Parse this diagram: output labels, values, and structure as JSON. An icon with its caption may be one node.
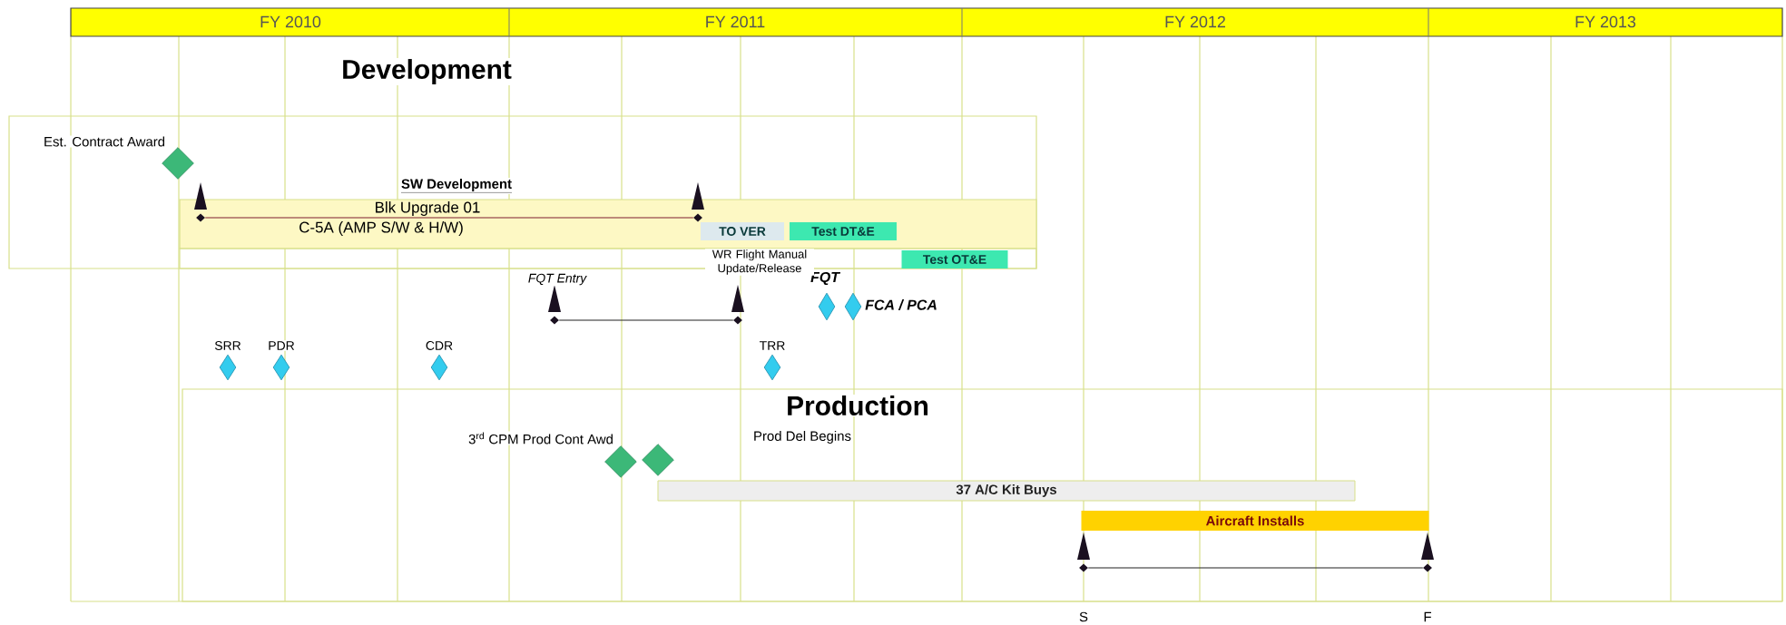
{
  "diagram": {
    "nodes": [
      {
        "text": [
          "Development"
        ]
      },
      {
        "text": [
          "Est. Contract Award"
        ],
        "in": 0
      },
      {
        "text": [
          "SW Development",
          "Blk Upgrade 01",
          "C-5A (AMP S/W & H/W)"
        ],
        "in": 0
      },
      {
        "text": [],
        "shape": "triangle",
        "in": 2
      },
      {
        "text": [],
        "shape": "triangle",
        "in": 2
      },
      {
        "text": [
          "TO VER"
        ],
        "in": 2
      },
      {
        "text": [
          "Test DT&E"
        ],
        "in": 2
      },
      {
        "text": [
          "Test OT&E"
        ],
        "in": 0
      },
      {
        "text": [
          "FQT Entry"
        ]
      },
      {
        "text": [],
        "shape": "triangle"
      },
      {
        "text": [
          "FQT"
        ]
      },
      {
        "text": [],
        "shape": "diamond",
        "beside": [
          "FCA / PCA"
        ]
      },
      {
        "text": [
          "SRR"
        ]
      },
      {
        "text": [
          "PDR"
        ]
      },
      {
        "text": [
          "CDR"
        ]
      },
      {
        "text": [
          "TRR"
        ]
      },
      {
        "text": [
          "Production"
        ]
      },
      {
        "text": [
          "3$^{rd}$ CPM Prod Cont Awd"
        ],
        "in": 16
      },
      {
        "text": [],
        "shape": "diamond",
        "in": 16
      },
      {
        "text": [
          "37 A/C Kit Buys"
        ],
        "in": 16
      },
      {
        "text": [
          "Aircraft Installs"
        ],
        "in": 16
      },
      {
        "text": [],
        "shape": "triangle",
        "beside": [
          "S"
        ],
        "in": 16
      },
      {
        "text": [],
        "shape": "triangle",
        "beside": [
          "F"
        ],
        "in": 16
      }
    ],
    "edges": [
      {
        "from": 3,
        "to": 4,
        "arrow": "none",
        "color": "#7f1f2f"
      },
      {
        "from": 8,
        "to": 9,
        "arrow": "none"
      },
      {
        "from": 21,
        "to": 22,
        "arrow": "none"
      }
    ],
    "labels": [
      "FY 2010",
      "FY 2011",
      "FY 2012",
      "FY 2013",
      "WR Flight Manual Update/Release",
      "Prod Del Begins"
    ]
  }
}
